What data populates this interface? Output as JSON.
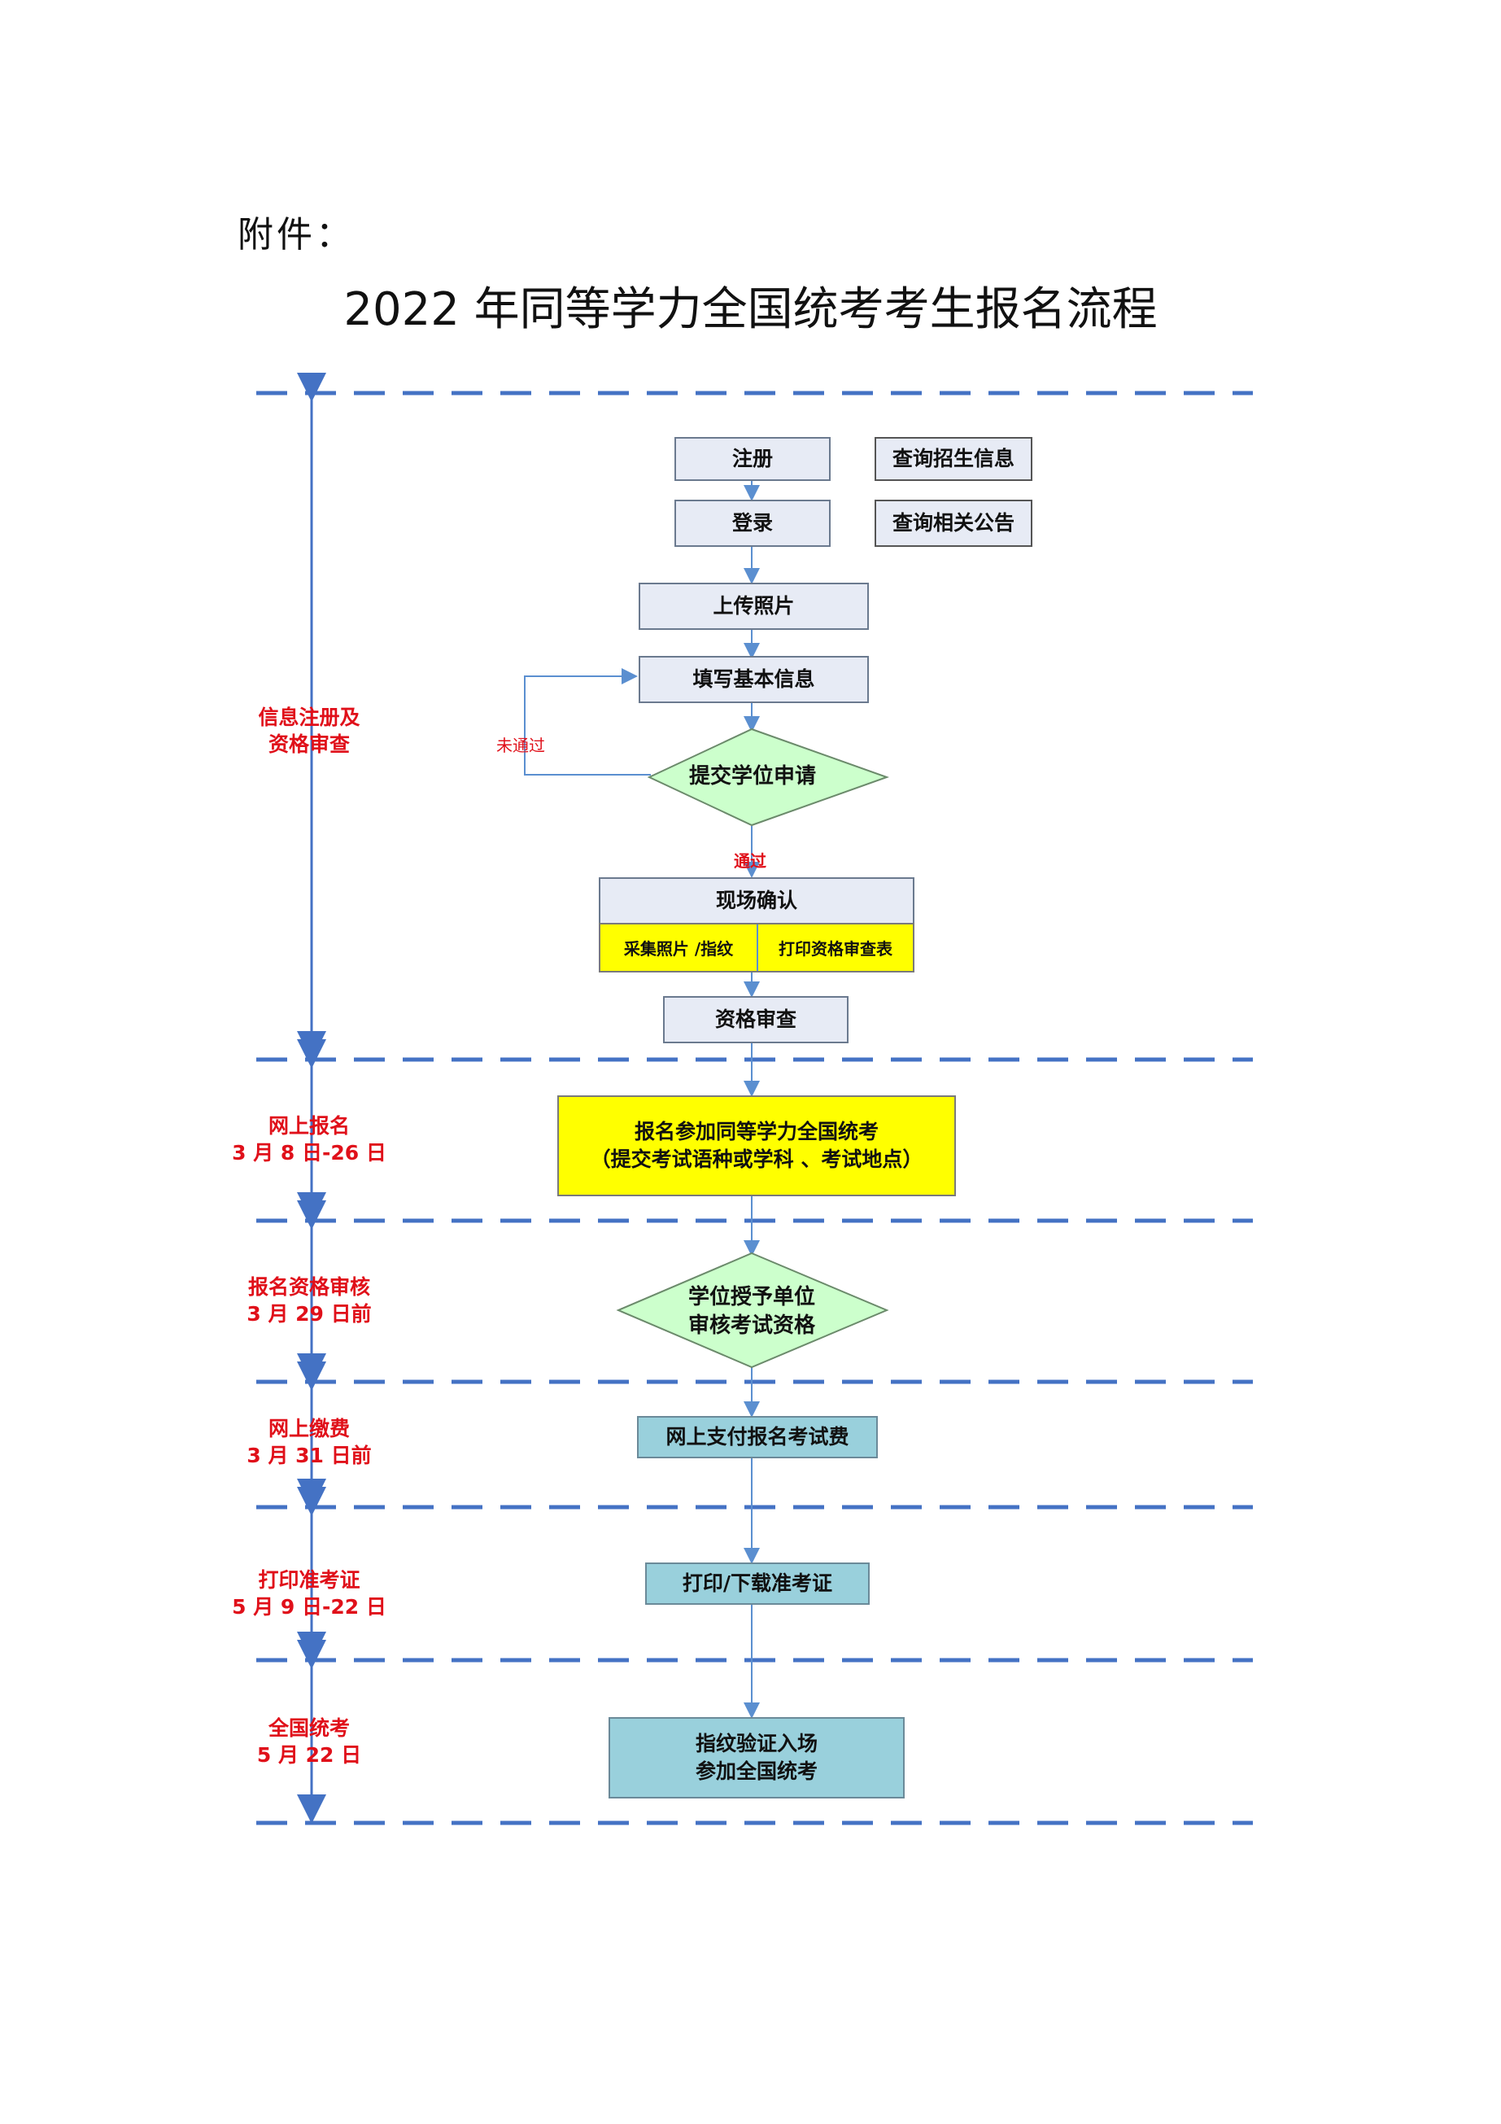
{
  "header": {
    "attachment_label": "附件：",
    "title": "2022 年同等学力全国统考考生报名流程"
  },
  "phases": [
    {
      "line1": "信息注册及",
      "line2": "资格审查"
    },
    {
      "line1": "网上报名",
      "line2": "3 月 8 日-26 日"
    },
    {
      "line1": "报名资格审核",
      "line2": "3 月 29 日前"
    },
    {
      "line1": "网上缴费",
      "line2": "3 月 31 日前"
    },
    {
      "line1": "打印准考证",
      "line2": "5 月 9 日-22 日"
    },
    {
      "line1": "全国统考",
      "line2": "5 月 22 日"
    }
  ],
  "steps": {
    "register": "注册",
    "login": "登录",
    "query_admission": "查询招生信息",
    "query_notice": "查询相关公告",
    "upload_photo": "上传照片",
    "fill_info": "填写基本信息",
    "submit_application": "提交学位申请",
    "not_passed": "未通过",
    "passed": "通过",
    "onsite_confirm": "现场确认",
    "collect_photo": "采集照片 /指纹",
    "print_form": "打印资格审查表",
    "qualification_review": "资格审查",
    "signup_line1": "报名参加同等学力全国统考",
    "signup_line2": "（提交考试语种或学科 、考试地点）",
    "unit_review_line1": "学位授予单位",
    "unit_review_line2": "审核考试资格",
    "pay_fee": "网上支付报名考试费",
    "print_ticket": "打印/下载准考证",
    "exam_line1": "指纹验证入场",
    "exam_line2": "参加全国统考"
  },
  "colors": {
    "dash_line": "#4472c4",
    "arrow": "#5b8fd0",
    "phase_text": "#e0101a",
    "diamond_fill": "#ccffcc",
    "yellow_fill": "#ffff00",
    "teal_fill": "#99d0dc",
    "light_box_fill": "#e7ebf5"
  }
}
